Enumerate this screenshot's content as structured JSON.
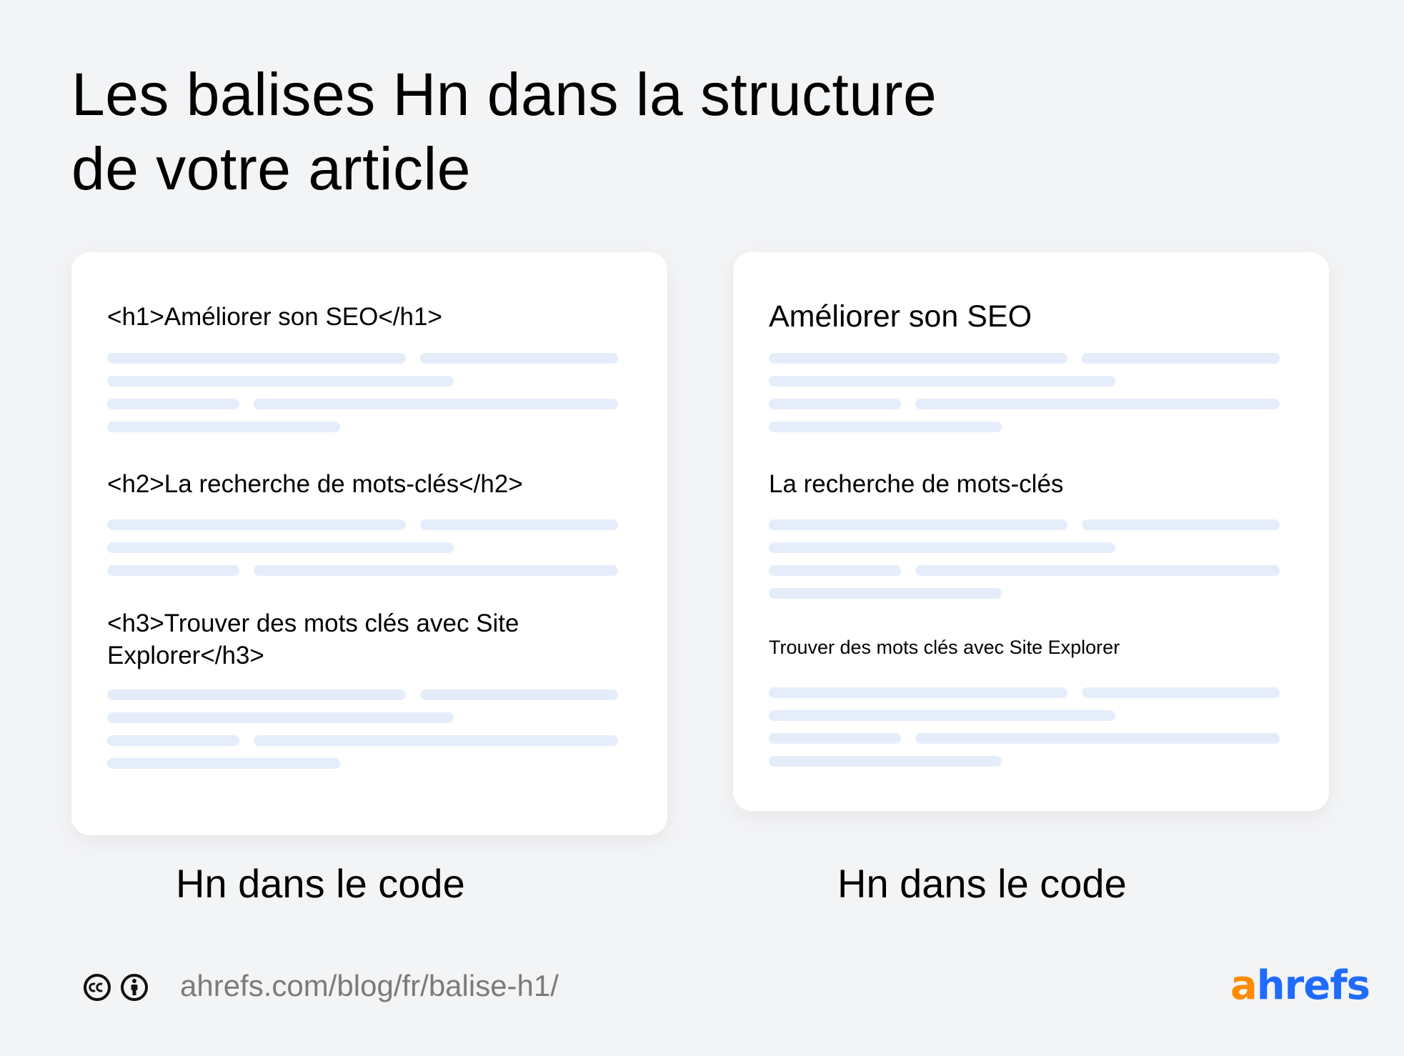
{
  "title": {
    "line1": "Les balises Hn dans la structure",
    "line2": "de votre article"
  },
  "left_card": {
    "h1": "<h1>Améliorer son SEO</h1>",
    "h2": "<h2>La recherche de mots-clés</h2>",
    "h3": "<h3>Trouver des mots clés avec Site Explorer</h3>",
    "caption": "Hn dans le code"
  },
  "right_card": {
    "h1": "Améliorer son SEO",
    "h2": "La recherche de mots-clés",
    "h3": "Trouver des mots clés avec Site Explorer",
    "caption": "Hn dans le code"
  },
  "footer": {
    "url": "ahrefs.com/blog/fr/balise-h1/",
    "license_icons": [
      "creative-commons-icon",
      "attribution-icon"
    ],
    "logo": {
      "part1": "a",
      "part2": "hrefs",
      "color_part1": "#ff8c00",
      "color_part2": "#1f6bff"
    }
  },
  "colors": {
    "background": "#f3f4f6",
    "card": "#ffffff",
    "placeholder_line": "#e6edfa",
    "url_text": "#7b7b7b"
  }
}
